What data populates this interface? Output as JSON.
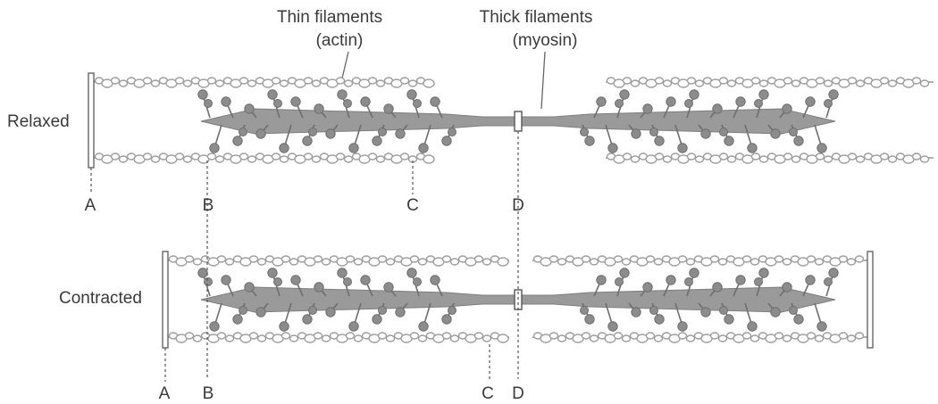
{
  "header": {
    "thin_title": "Thin filaments",
    "thin_sub": "(actin)",
    "thick_title": "Thick filaments",
    "thick_sub": "(myosin)"
  },
  "states": {
    "relaxed": "Relaxed",
    "contracted": "Contracted"
  },
  "markers": {
    "a": "A",
    "b": "B",
    "c": "C",
    "d": "D"
  },
  "colors": {
    "filament": "#9a9a9a",
    "head": "#8c8c8c",
    "head_edge": "#6e6e6e",
    "thin": "#9e9e9e",
    "line": "#555555"
  }
}
